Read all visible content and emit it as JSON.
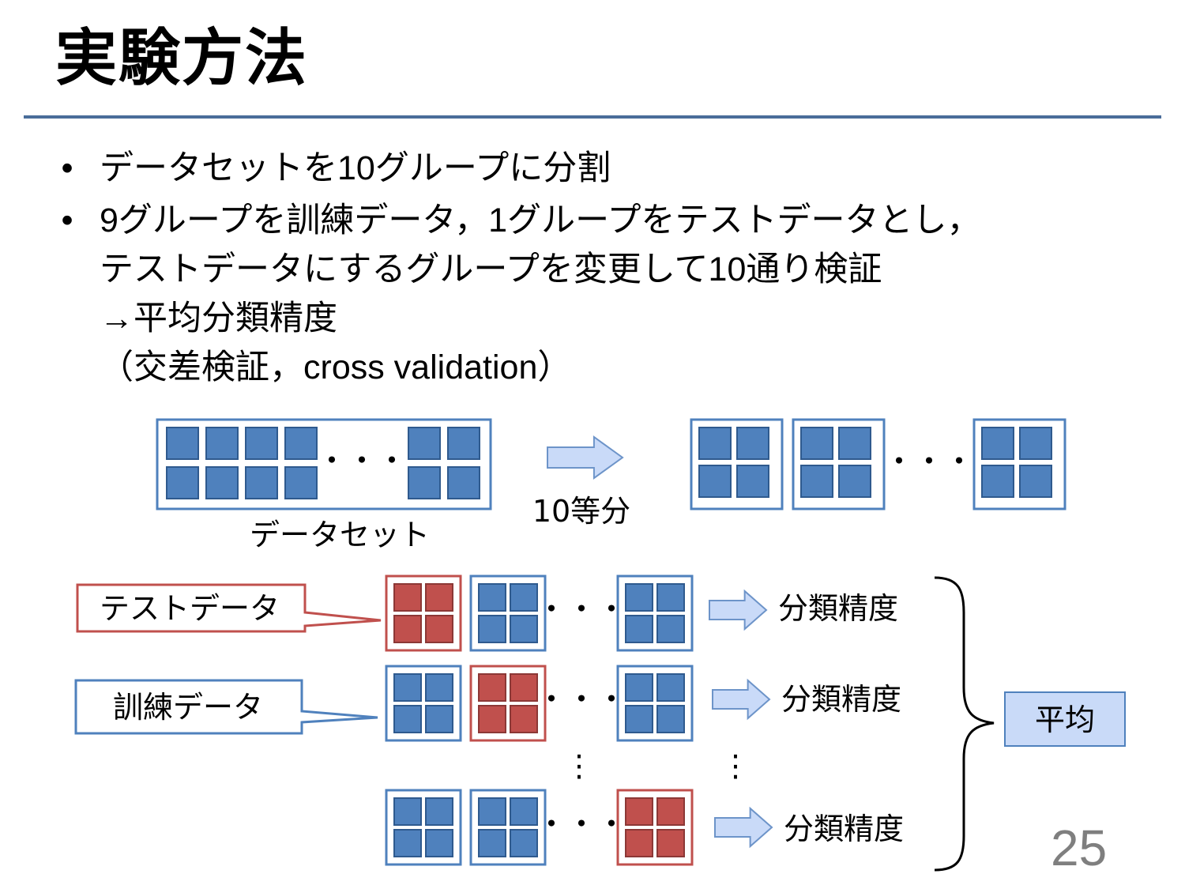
{
  "title": "実験方法",
  "bullets": [
    {
      "marker": "•",
      "lines": [
        "データセットを10グループに分割"
      ]
    },
    {
      "marker": "•",
      "lines": [
        "9グループを訓練データ，1グループをテストデータとし，",
        "テストデータにするグループを変更して10通り検証",
        "→平均分類精度",
        "（交差検証，cross validation）"
      ]
    }
  ],
  "diagram": {
    "dataset_label": "データセット",
    "split_label": "10等分",
    "ellipsis": "・・・",
    "vertical_ellipsis": "⋮",
    "test_label": "テストデータ",
    "train_label": "訓練データ",
    "accuracy_label": "分類精度",
    "average_label": "平均",
    "colors": {
      "train": "#4f81bd",
      "train_border": "#2f5a8e",
      "test": "#c0504d",
      "test_border": "#8c3836",
      "arrow_fill": "#c9daf8",
      "arrow_stroke": "#6d94c9"
    }
  },
  "page_number": "25"
}
